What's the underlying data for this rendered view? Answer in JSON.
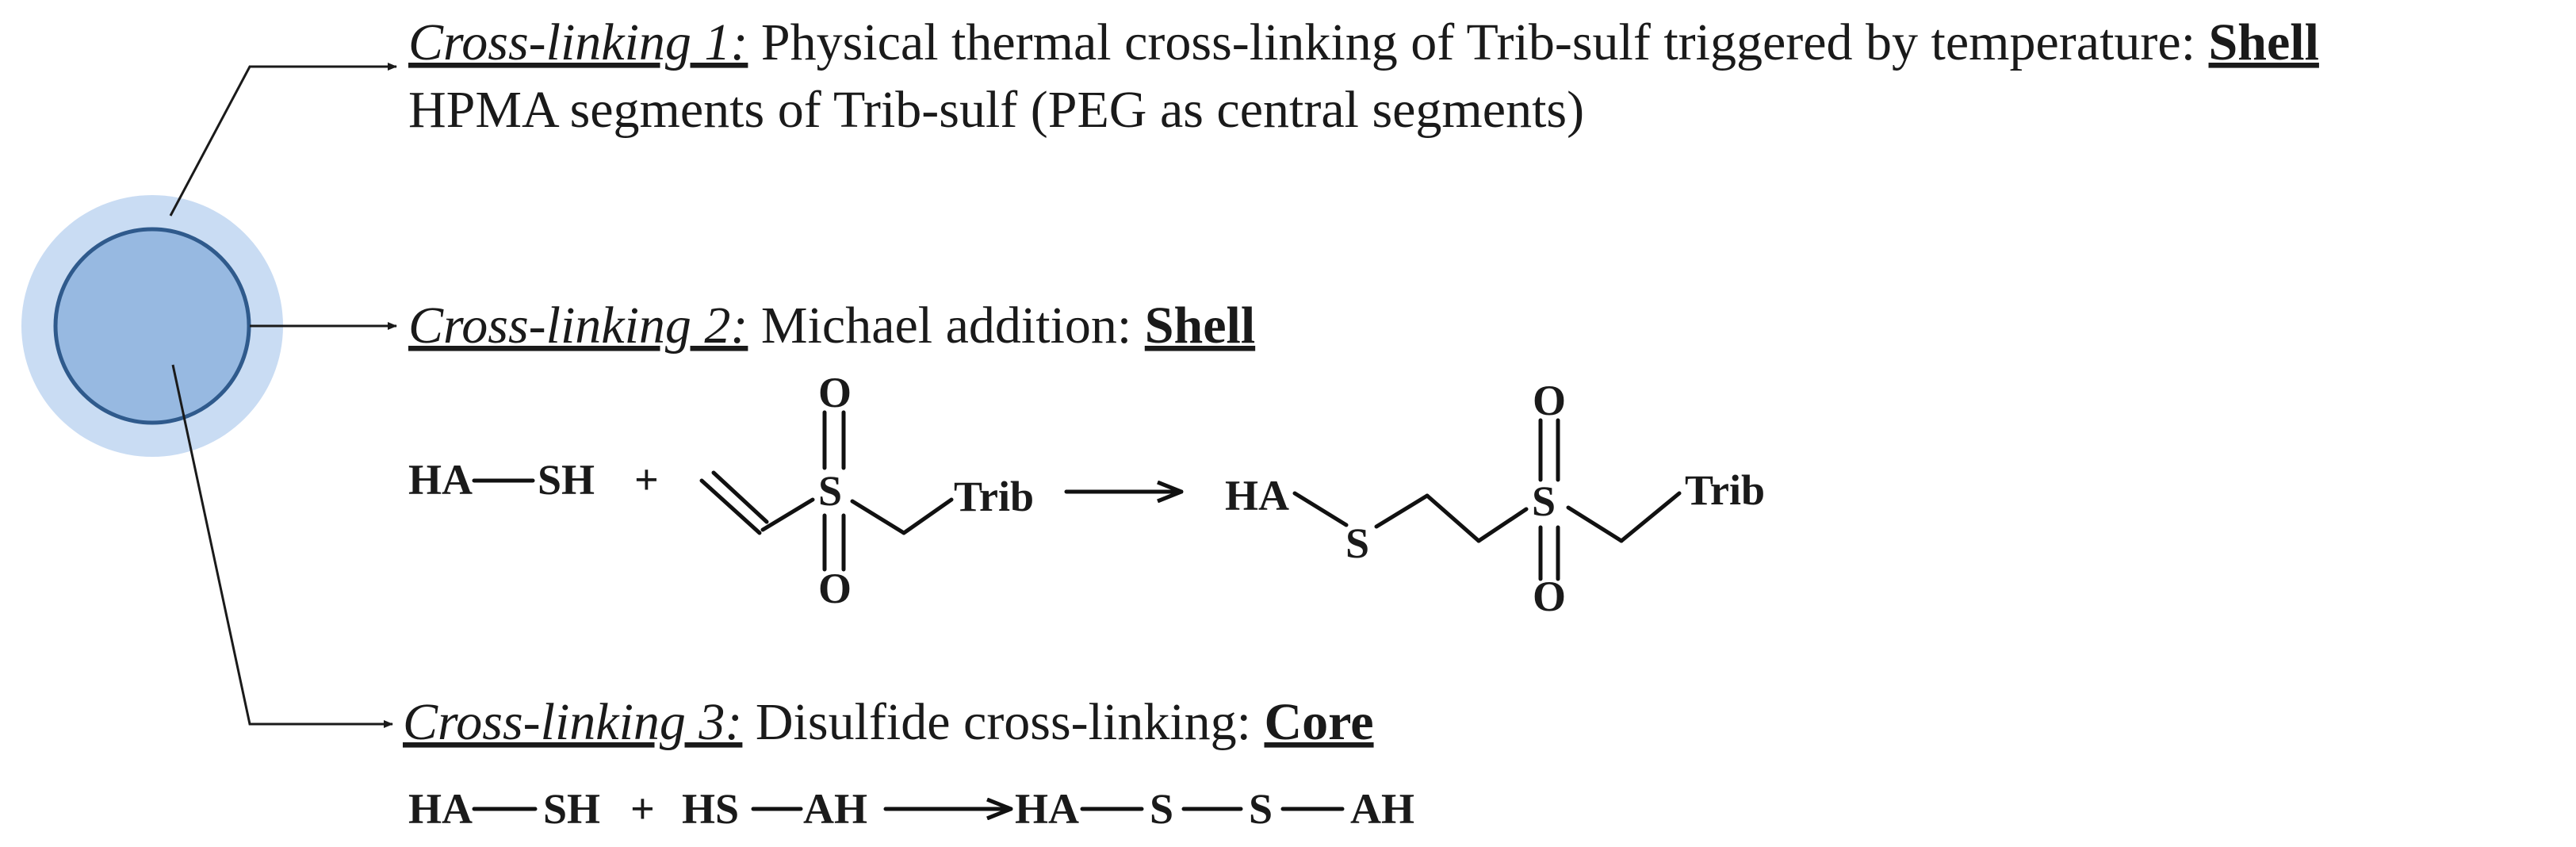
{
  "colors": {
    "outer_halo": "#c9dcf3",
    "inner_sphere": "#97b9e1",
    "sphere_outline": "#2f5a8c",
    "line": "#1a1a1a"
  },
  "crosslink1": {
    "label": "Cross-linking 1:",
    "text": " Physical thermal cross-linking of Trib-sulf triggered by temperature: ",
    "target": "Shell",
    "line2": "HPMA segments of Trib-sulf (PEG as central segments)"
  },
  "crosslink2": {
    "label": "Cross-linking 2:",
    "text": " Michael addition: ",
    "target": "Shell",
    "reaction": {
      "reactant1_left": "HA",
      "reactant1_right": "SH",
      "plus": "+",
      "sulfur": "S",
      "oxygen_top": "O",
      "oxygen_bottom": "O",
      "trib": "Trib",
      "product_ha": "HA",
      "product_s_thioether": "S",
      "product_sulfur": "S",
      "product_oxygen_top": "O",
      "product_oxygen_bottom": "O",
      "product_trib": "Trib"
    }
  },
  "crosslink3": {
    "label": "Cross-linking 3:",
    "text": " Disulfide cross-linking: ",
    "target": "Core",
    "reaction": {
      "r1_left": "HA",
      "r1_right": "SH",
      "plus": "+",
      "r2_left": "HS",
      "r2_right": "AH",
      "p_left": "HA",
      "p_s1": "S",
      "p_s2": "S",
      "p_right": "AH"
    }
  }
}
